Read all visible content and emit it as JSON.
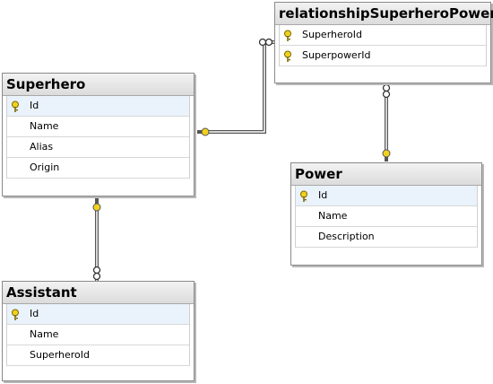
{
  "diagram": {
    "tables": [
      {
        "id": "superhero",
        "title": "Superhero",
        "columns": [
          {
            "name": "Id",
            "pk": true
          },
          {
            "name": "Name",
            "pk": false
          },
          {
            "name": "Alias",
            "pk": false
          },
          {
            "name": "Origin",
            "pk": false
          }
        ]
      },
      {
        "id": "relationship",
        "title": "relationshipSuperheroPower",
        "columns": [
          {
            "name": "SuperheroId",
            "pk": true
          },
          {
            "name": "SuperpowerId",
            "pk": true
          }
        ]
      },
      {
        "id": "power",
        "title": "Power",
        "columns": [
          {
            "name": "Id",
            "pk": true
          },
          {
            "name": "Name",
            "pk": false
          },
          {
            "name": "Description",
            "pk": false
          }
        ]
      },
      {
        "id": "assistant",
        "title": "Assistant",
        "columns": [
          {
            "name": "Id",
            "pk": true
          },
          {
            "name": "Name",
            "pk": false
          },
          {
            "name": "SuperheroId",
            "pk": false
          }
        ]
      }
    ],
    "relationships": [
      {
        "from": "superhero",
        "to": "relationship",
        "one_end": "superhero",
        "many_end": "relationship"
      },
      {
        "from": "power",
        "to": "relationship",
        "one_end": "power",
        "many_end": "relationship"
      },
      {
        "from": "superhero",
        "to": "assistant",
        "one_end": "superhero",
        "many_end": "assistant"
      }
    ],
    "colors": {
      "key_gold": "#f2d11e",
      "connector": "#555555",
      "header_bg": "#e4e4e4",
      "selected_row": "#eaf2fb"
    }
  }
}
